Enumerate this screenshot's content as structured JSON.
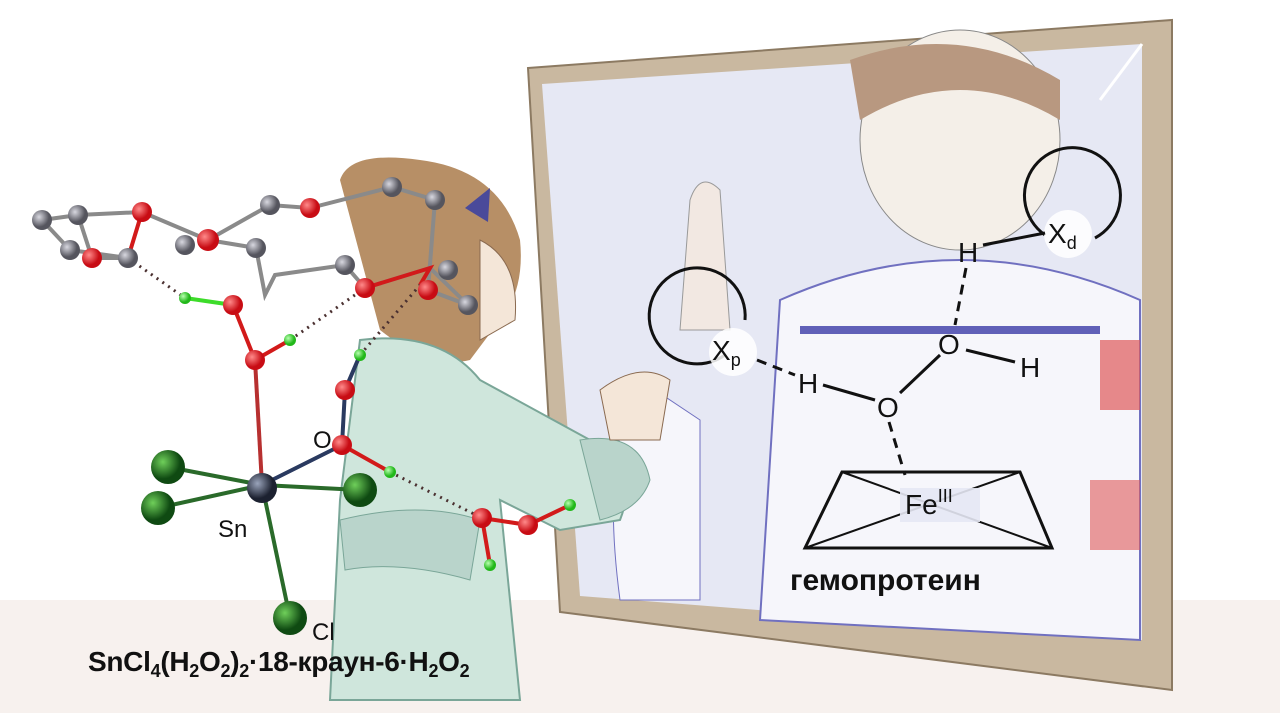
{
  "molecule": {
    "atom_labels": {
      "tin": "Sn",
      "chlorine": "Cl",
      "oxygen": "O"
    },
    "formula": [
      {
        "text": "SnCl",
        "sub": false
      },
      {
        "text": "4",
        "sub": true
      },
      {
        "text": "(H",
        "sub": false
      },
      {
        "text": "2",
        "sub": true
      },
      {
        "text": "O",
        "sub": false
      },
      {
        "text": "2",
        "sub": true
      },
      {
        "text": ")",
        "sub": false
      },
      {
        "text": "2",
        "sub": true
      },
      {
        "text": "·18-краун-6·H",
        "sub": false
      },
      {
        "text": "2",
        "sub": true
      },
      {
        "text": "O",
        "sub": false
      },
      {
        "text": "2",
        "sub": true
      }
    ]
  },
  "scheme": {
    "xp": {
      "main": "X",
      "sub": "p"
    },
    "xd": {
      "main": "X",
      "sub": "d"
    },
    "h_left": "H",
    "o_lower": "O",
    "o_upper": "O",
    "h_right": "H",
    "h_top": "H",
    "fe": {
      "main": "Fe",
      "sup": "III"
    },
    "caption": "гемопротеин"
  },
  "colors": {
    "oxygen": "#e0141c",
    "carbon": "#7a7a82",
    "hydrogen": "#3ddc2a",
    "chlorine": "#1f7a1f",
    "tin": "#2c3344",
    "frame": "#c9b8a0",
    "glass": "#e6e8f4",
    "dress": "#cfe6dc"
  }
}
